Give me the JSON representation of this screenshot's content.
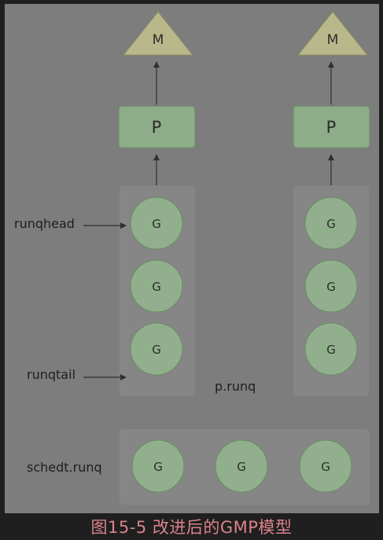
{
  "labels": {
    "m": "M",
    "p": "P",
    "g": "G",
    "runqhead": "runqhead",
    "runqtail": "runqtail",
    "p_runq": "p.runq",
    "schedt_runq": "schedt.runq"
  },
  "caption": "图15-5 改进后的GMP模型",
  "colors": {
    "canvas": "#7d7d7d",
    "queue_panel": "#868686",
    "m_fill": "#b8b88a",
    "p_fill": "#8dac88",
    "g_fill": "#91af8c",
    "node_stroke": "#6a8a66",
    "caption_text": "#d9838c"
  }
}
